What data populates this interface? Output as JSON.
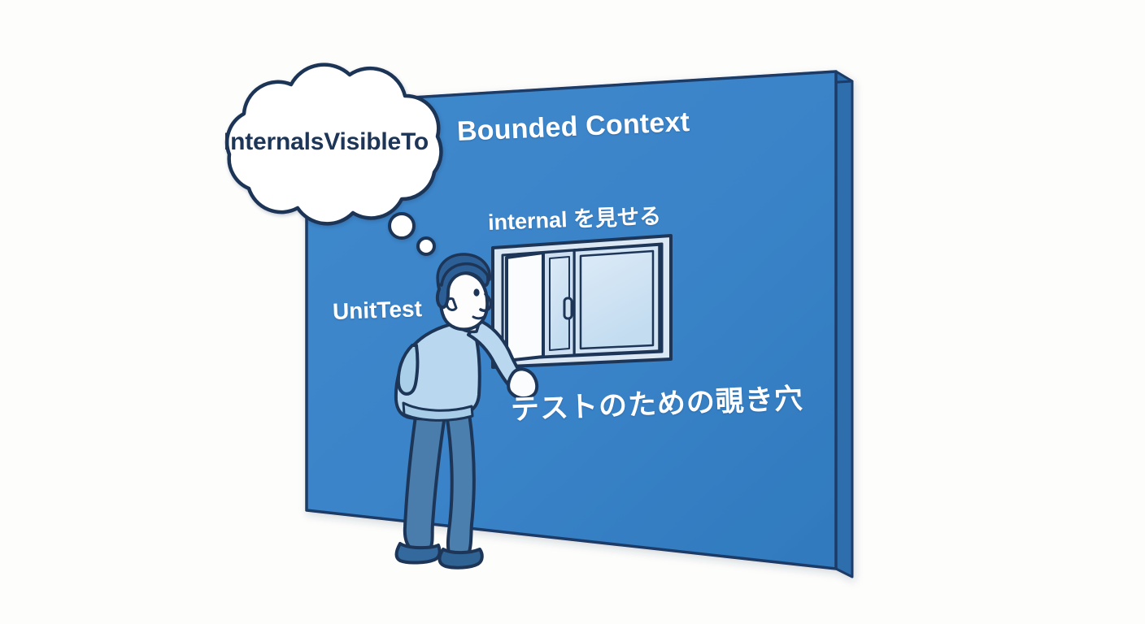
{
  "scene": {
    "title": "InternalsVisibleTo peephole illustration",
    "background_color": "#fdfdfc"
  },
  "thought_bubble": {
    "text": "InternalsVisibleTo",
    "text_color": "#1d3557",
    "fill_color": "#ffffff",
    "outline_color": "#1d3557",
    "trail_dots": 2
  },
  "wall": {
    "labels": {
      "heading": "Bounded Context",
      "window_caption": "internal を見せる",
      "actor": "UnitTest",
      "footer": "テストのための覗き穴"
    },
    "face_color": "#3a83c8",
    "side_color": "#2f6ead",
    "edge_color": "#1d3b66",
    "text_color": "#ffffff"
  },
  "window": {
    "name": "peephole-window",
    "open_panel_color": "#fbfcfd",
    "glass_color": "#cfe2f3",
    "frame_color": "#dce9f5",
    "outline_color": "#1d3557"
  },
  "person": {
    "name": "unit-test-person",
    "hair_color": "#2c5f96",
    "skin_color": "#fdfdfd",
    "shirt_color": "#b9d8ef",
    "pants_color": "#47799f",
    "shoes_color": "#2f6394",
    "outline_color": "#1d3557"
  }
}
